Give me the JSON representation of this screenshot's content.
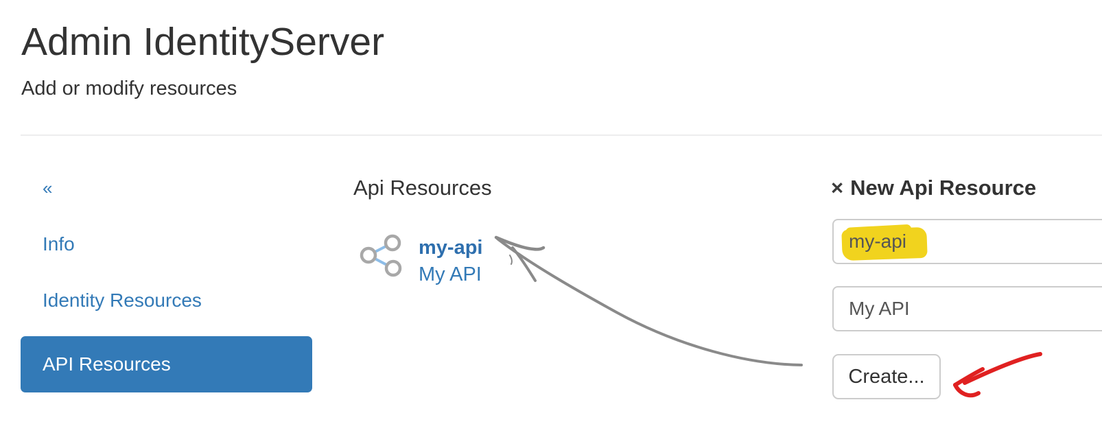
{
  "page": {
    "title": "Admin IdentityServer",
    "subtitle": "Add or modify resources"
  },
  "sidebar": {
    "collapse_label": "«",
    "collapse_icon": "chevron-double-left-icon",
    "items": [
      {
        "label": "Info",
        "active": false
      },
      {
        "label": "Identity Resources",
        "active": false
      },
      {
        "label": "API Resources",
        "active": true
      }
    ]
  },
  "resources": {
    "heading": "Api Resources",
    "items": [
      {
        "icon": "share-nodes-icon",
        "name": "my-api",
        "display_name": "My API"
      }
    ]
  },
  "new_resource_panel": {
    "close_label": "×",
    "close_icon": "close-icon",
    "heading": "New Api Resource",
    "name_field": {
      "value": "my-api",
      "highlighted": true
    },
    "display_name_field": {
      "value": "My API"
    },
    "create_button_label": "Create..."
  },
  "annotations": {
    "gray_arrow": "hand-drawn arrow from Create area pointing to my-api resource link",
    "red_arrow": "hand-drawn red arrow pointing at Create button",
    "yellow_marker": "marker highlight over my-api value in name field"
  },
  "colors": {
    "accent_blue": "#337ab7",
    "active_item_bg": "#337ab7",
    "link_blue": "#337ab7",
    "bold_link_blue": "#2e6fae",
    "icon_gray": "#a8a8a8",
    "icon_line_blue": "#8dbde8",
    "input_border": "#cccccc",
    "input_text": "#555555",
    "arrow_gray": "#8a8a8a",
    "arrow_red": "#e02121",
    "marker_yellow": "#f1d31e",
    "divider": "#ededee",
    "text_dark": "#333333"
  }
}
